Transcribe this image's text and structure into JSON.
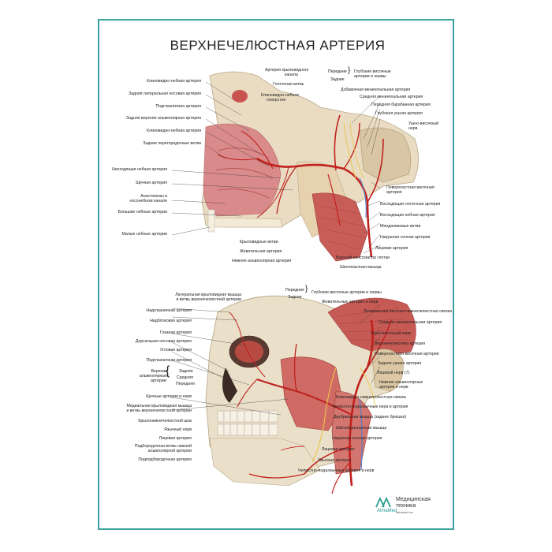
{
  "title": "ВЕРХНЕЧЕЛЮСТНАЯ АРТЕРИЯ",
  "top": {
    "left_labels": [
      "Клиновидно-небная артерия",
      "Задняя латеральная носовая артерия",
      "Подглазничная артерия",
      "Задняя верхняя альвеолярная артерия",
      "Клиновидно-небная артерия",
      "Задние перегородочные ветви",
      "Нисходящая небная артерия",
      "Щечная артерия",
      "Анастомозы в",
      "носонебном канале",
      "Большие небные артерии",
      "Малые небные артерии"
    ],
    "top_labels": [
      "Артерия крыловидного",
      "канала",
      "Глоточная ветвь",
      "Клиновидно-небное",
      "отверстие"
    ],
    "brace_labels": [
      "Передние",
      "Задние"
    ],
    "brace_target": [
      "Глубокие височные",
      "артерии и нервы"
    ],
    "right_labels": [
      "Добавочная менингеальная артерия",
      "Средняя менингеальная артерия",
      "Передняя барабанная артерия",
      "Глубокая ушная артерия",
      "Ушно-височный",
      "нерв",
      "Поверхностная височная",
      "артерия",
      "Восходящая глоточная артерия",
      "Восходящая небная артерия",
      "Миндаликовые ветви",
      "Наружная сонная артерия",
      "Лицевая артерия"
    ],
    "bottom_labels": [
      "Крыловидные ветви",
      "Жевательная артерия",
      "Нижняя альвеолярная артерия",
      "Верхний констриктор глотки",
      "Шилоязычная мышца"
    ]
  },
  "bottom": {
    "top_labels": [
      "Латеральная крыловидная мышца",
      "и ветвь верхнечелюстной артерии"
    ],
    "brace_labels": [
      "Передние",
      "Задние"
    ],
    "brace_target": "Глубокие височные артерии и нервы",
    "left_labels": [
      "Надглазничная артерия",
      "Надблоковая артерия",
      "Глазная артерия",
      "Дорсальная носовая артерия",
      "Угловая артерия",
      "Подглазничная артерия"
    ],
    "alveolar_group": [
      "Верхние",
      "альвеолярные",
      "артерии:"
    ],
    "alveolar_items": [
      "Задняя",
      "Средняя",
      "Передняя"
    ],
    "left_lower_labels": [
      "Щечные артерия и нерв",
      "Медиальная крыловидная мышца",
      "и ветвь верхнечелюстной артерии",
      "Крылонижнечелюстной шов",
      "Язычный нерв",
      "Лицевая артерия",
      "Подбородочная ветвь нижней",
      "альвеолярной артерии",
      "Подподбородочная артерия"
    ],
    "right_labels": [
      "Жевательные артерия и нерв",
      "Латеральная височно-нижнечелюстная связка",
      "Средняя менингеальная артерия",
      "Ушно-височный нерв",
      "Верхнечелюстная артерия",
      "Поверхностная височная артерия",
      "Задняя ушная артерия",
      "Лицевой нерв (7)",
      "Нижние альвеолярные",
      "артерия и нерв",
      "Клиновидно-нижнечелюстная связка",
      "Челюстно-подъязычные нерв и артерия",
      "Двубрюшная мышца (заднее брюшко)",
      "Шилоподъязычная мышца",
      "Наружная сонная артерия",
      "Лицевая артерия",
      "Язычная артерия",
      "Челюстно-подъязычные артерия и нерв"
    ]
  },
  "logo": {
    "brand": "AlmaMed",
    "line1": "Медицинская",
    "line2": "техника",
    "url": "almamed.su"
  }
}
